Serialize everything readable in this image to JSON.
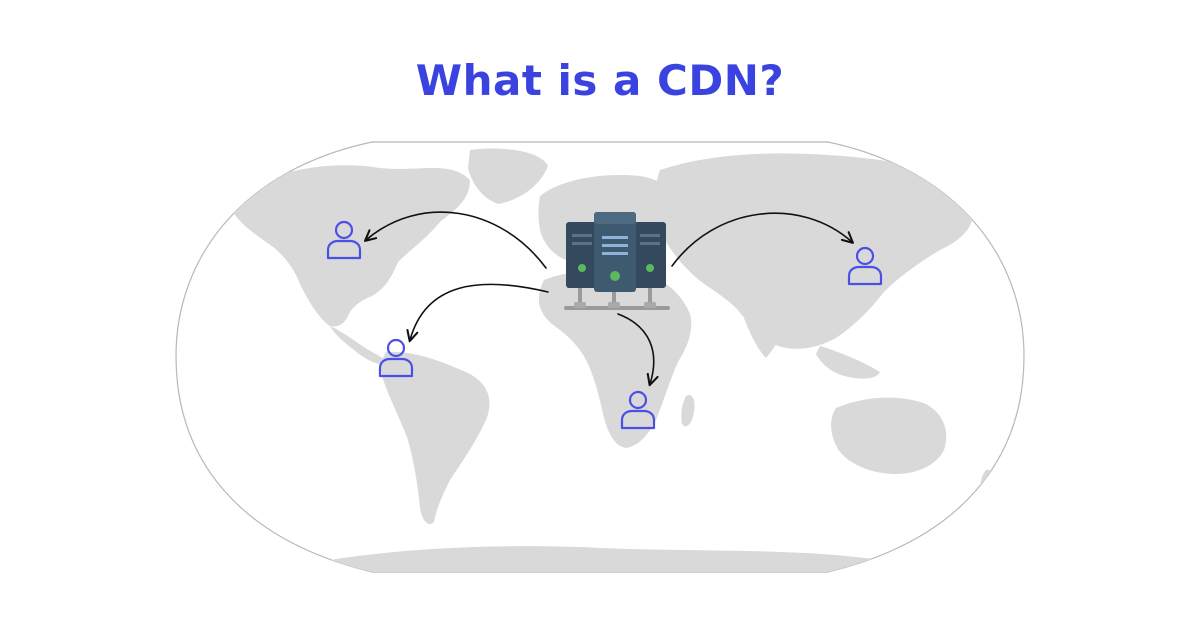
{
  "title": "What is a CDN?",
  "colors": {
    "title": "#3a43e0",
    "user_icon": "#4a50e6",
    "land": "#d9d9d9",
    "ocean": "#ffffff",
    "map_outline": "#b8b8b8",
    "arrow": "#111111",
    "server_dark": "#34495e",
    "server_mid": "#3e5a70",
    "server_light": "#8fb3d9",
    "server_led": "#5cb85c",
    "server_base": "#9a9a9a"
  },
  "nodes": {
    "origin": {
      "name": "origin-server",
      "icon": "server-rack-icon"
    },
    "users": [
      {
        "name": "user-north-america",
        "icon": "user-icon"
      },
      {
        "name": "user-south-america",
        "icon": "user-icon"
      },
      {
        "name": "user-africa",
        "icon": "user-icon"
      },
      {
        "name": "user-east-asia",
        "icon": "user-icon"
      }
    ]
  }
}
